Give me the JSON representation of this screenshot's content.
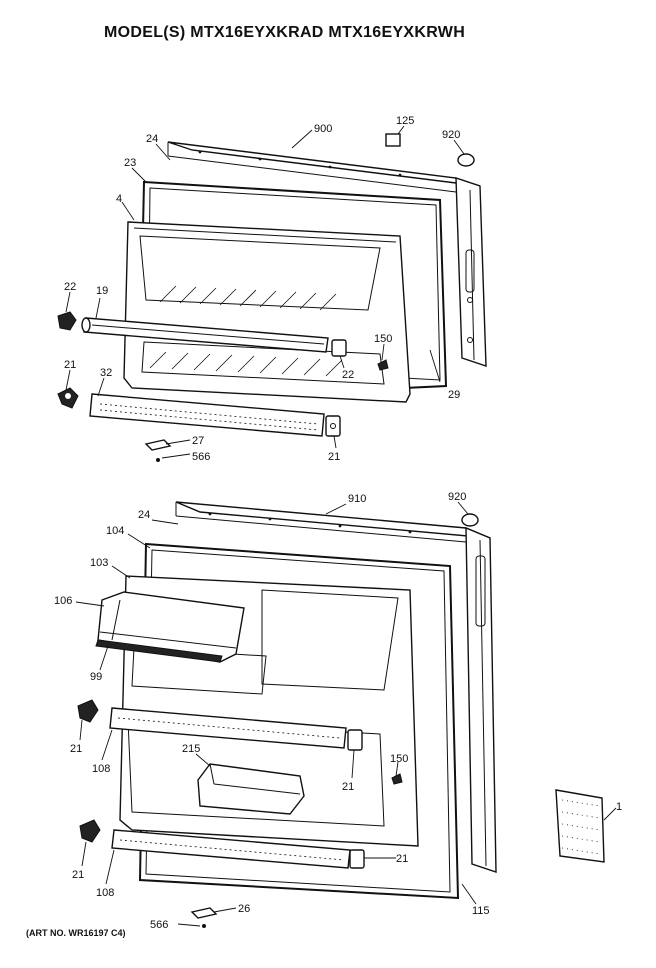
{
  "title": "MODEL(S) MTX16EYXKRAD  MTX16EYXKRWH",
  "art_number": "(ART NO. WR16197 C4)",
  "upper_door": {
    "callouts": [
      "900",
      "125",
      "920",
      "24",
      "23",
      "4",
      "22",
      "19",
      "150",
      "22",
      "21",
      "32",
      "29",
      "27",
      "566",
      "21"
    ]
  },
  "lower_door": {
    "callouts": [
      "910",
      "920",
      "24",
      "104",
      "103",
      "106",
      "99",
      "21",
      "108",
      "215",
      "150",
      "21",
      "21",
      "108",
      "21",
      "115",
      "566",
      "26"
    ]
  },
  "side_part": {
    "callouts": [
      "1"
    ]
  }
}
